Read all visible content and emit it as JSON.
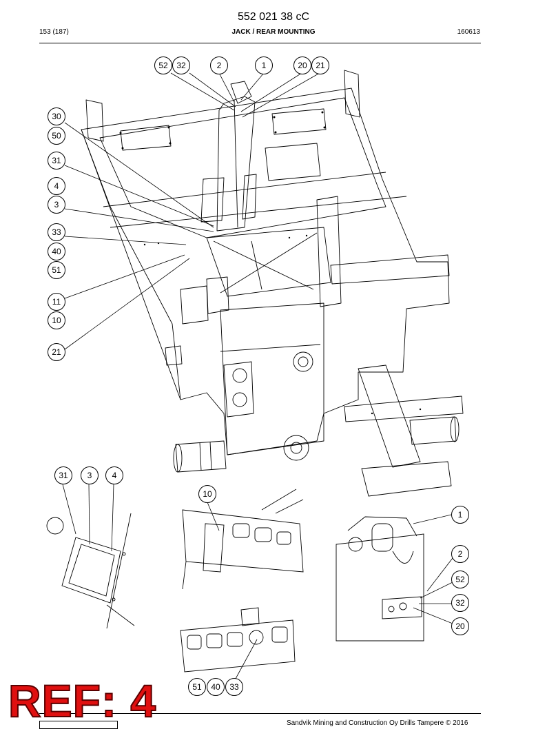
{
  "header": {
    "doc_number": "552 021 38 cC",
    "page": "153 (187)",
    "title": "JACK / REAR MOUNTING",
    "date_code": "160613"
  },
  "callouts": {
    "top_52": "52",
    "top_32": "32",
    "top_2": "2",
    "top_1": "1",
    "top_20": "20",
    "top_21": "21",
    "left_30": "30",
    "left_50": "50",
    "left_31": "31",
    "left_4": "4",
    "left_3": "3",
    "left_33": "33",
    "left_40": "40",
    "left_51": "51",
    "left_11": "11",
    "left_10": "10",
    "left_21": "21",
    "detA_31": "31",
    "detA_3": "3",
    "detA_4": "4",
    "detB_10": "10",
    "detC_1": "1",
    "detC_2": "2",
    "detC_52": "52",
    "detC_32": "32",
    "detC_20": "20",
    "detD_51": "51",
    "detD_40": "40",
    "detD_33": "33"
  },
  "stamp": {
    "text": "REF: 4",
    "color": "#e01010"
  },
  "footer": {
    "copyright": "Sandvik Mining and Construction Oy Drills Tampere © 2016"
  }
}
